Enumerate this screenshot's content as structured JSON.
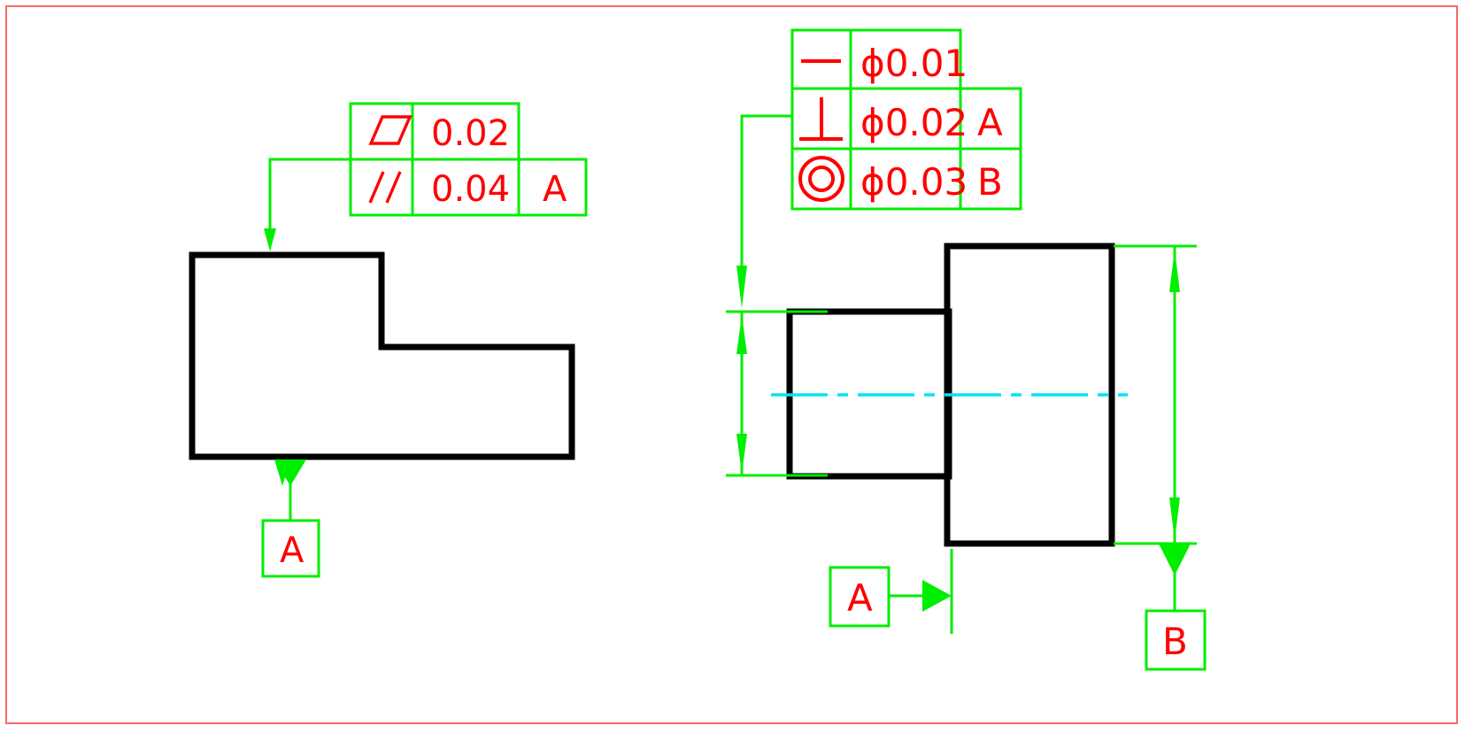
{
  "drawing": {
    "title": "GD&T Geometric Tolerance Drawing",
    "border_color": "#fa6a64",
    "annotation_color": "#00ee00",
    "text_color": "#ff0000",
    "outline_color": "#000000",
    "centerline_color": "#00e5ee"
  },
  "left_view": {
    "name": "stepped-block-front-view",
    "feature_control_frame": {
      "rows": [
        {
          "symbol": "flatness-icon",
          "symbol_label": "flatness",
          "tolerance": "0.02",
          "datum": ""
        },
        {
          "symbol": "parallelism-icon",
          "symbol_label": "parallelism",
          "tolerance": "0.04",
          "datum": "A"
        }
      ]
    },
    "datum_feature": {
      "label": "A"
    }
  },
  "right_view": {
    "name": "stepped-shaft-front-view",
    "feature_control_frame": {
      "rows": [
        {
          "symbol": "straightness-icon",
          "symbol_label": "straightness",
          "tolerance": "ϕ0.01",
          "datum": ""
        },
        {
          "symbol": "perpendicularity-icon",
          "symbol_label": "perpendicularity",
          "tolerance": "ϕ0.02",
          "datum": "A"
        },
        {
          "symbol": "concentricity-icon",
          "symbol_label": "concentricity",
          "tolerance": "ϕ0.03",
          "datum": "B"
        }
      ]
    },
    "datum_features": [
      {
        "label": "A"
      },
      {
        "label": "B"
      }
    ]
  }
}
